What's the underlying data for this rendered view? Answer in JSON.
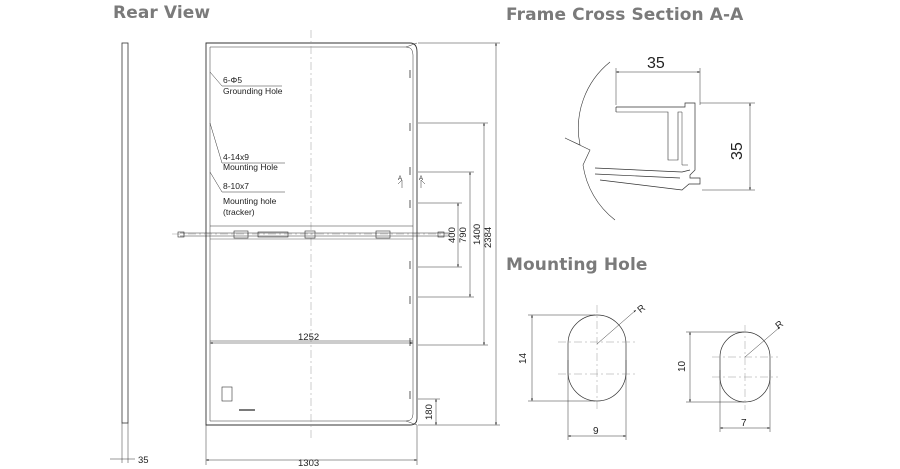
{
  "headings": {
    "rear_view": "Rear View",
    "frame_cross_section": "Frame Cross Section A-A",
    "mounting_hole": "Mounting Hole"
  },
  "rear_view": {
    "callouts": [
      {
        "line1": "6-Φ5",
        "line2": "Grounding Hole",
        "line3": ""
      },
      {
        "line1": "4-14x9",
        "line2": "Mounting Hole",
        "line3": ""
      },
      {
        "line1": "8-10x7",
        "line2": "Mounting hole",
        "line3": "(tracker)"
      }
    ],
    "dimensions": {
      "frame_depth": "35",
      "width_outer": "1303",
      "width_inner": "1252",
      "height_total": "2384",
      "hole_spacing_1400": "1400",
      "hole_spacing_790": "790",
      "hole_spacing_400": "400",
      "bottom_offset": "180"
    },
    "section_marker": "A"
  },
  "frame_cross_section": {
    "width_dim": "35",
    "height_dim": "35"
  },
  "mounting_hole": {
    "large": {
      "height": "14",
      "width": "9",
      "radius": "R"
    },
    "small": {
      "height": "10",
      "width": "7",
      "radius": "R"
    }
  },
  "colors": {
    "heading": "#7a7a7a",
    "line": "#333333",
    "centerline": "#9a9a9a"
  }
}
